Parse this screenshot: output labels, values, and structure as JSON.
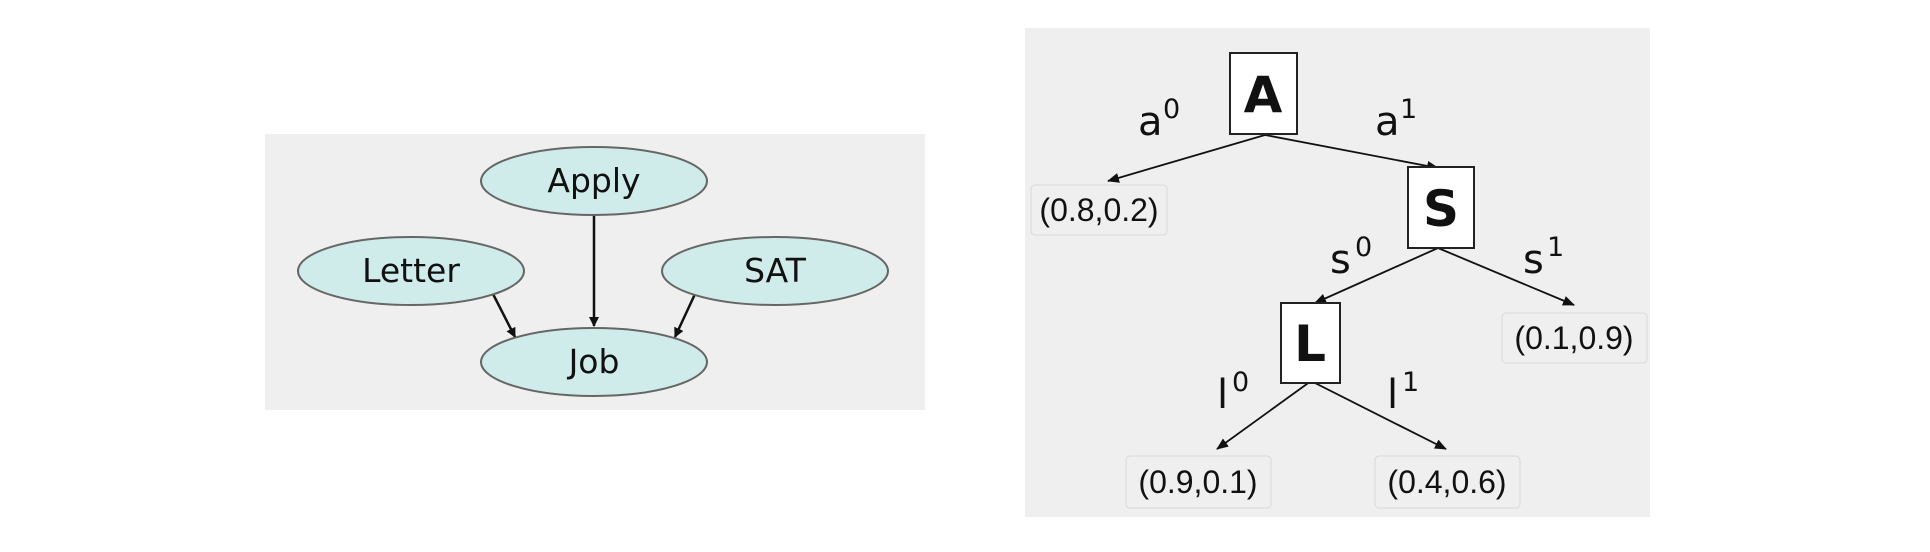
{
  "bayes_net": {
    "background": "#efefef",
    "node_fill": "#cfecea",
    "nodes": {
      "apply": "Apply",
      "letter": "Letter",
      "sat": "SAT",
      "job": "Job"
    }
  },
  "decision_tree": {
    "background": "#efefef",
    "nodes": {
      "a": "A",
      "s": "S",
      "l": "L"
    },
    "edges": {
      "a0": {
        "base": "a",
        "sup": "0"
      },
      "a1": {
        "base": "a",
        "sup": "1"
      },
      "s0": {
        "base": "s",
        "sup": "0"
      },
      "s1": {
        "base": "s",
        "sup": "1"
      },
      "l0": {
        "base": "l",
        "sup": "0"
      },
      "l1": {
        "base": "l",
        "sup": "1"
      }
    },
    "leaves": {
      "a0": "(0.8,0.2)",
      "s1": "(0.1,0.9)",
      "l0": "(0.9,0.1)",
      "l1": "(0.4,0.6)"
    }
  }
}
